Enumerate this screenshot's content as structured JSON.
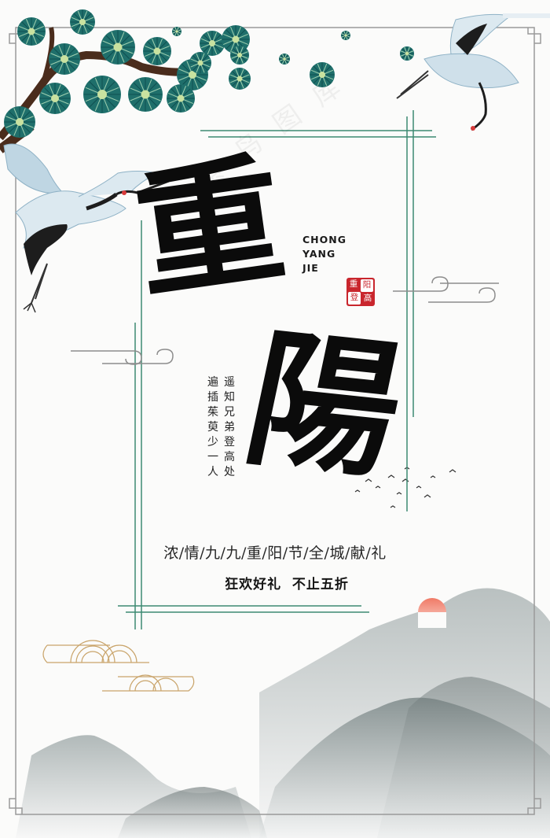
{
  "title": {
    "char_1": "重",
    "char_2": "陽"
  },
  "pinyin": [
    "CHONG",
    "YANG",
    "JIE"
  ],
  "seal": [
    "阳",
    "重",
    "高",
    "登"
  ],
  "poem": {
    "right_column": "遥知兄弟登高处",
    "left_column": "遍插茱萸少一人"
  },
  "subtitle": "浓/情/九/九/重/阳/节/全/城/献/礼",
  "slogan": "狂欢好礼  不止五折",
  "watermark": "素 鸟 图 库",
  "colors": {
    "frame": "#9a9a9a",
    "accent_line": "#3d8a72",
    "pine": "#1f6f6b",
    "sun": "#e8564b",
    "gold": "#c9a46a"
  }
}
